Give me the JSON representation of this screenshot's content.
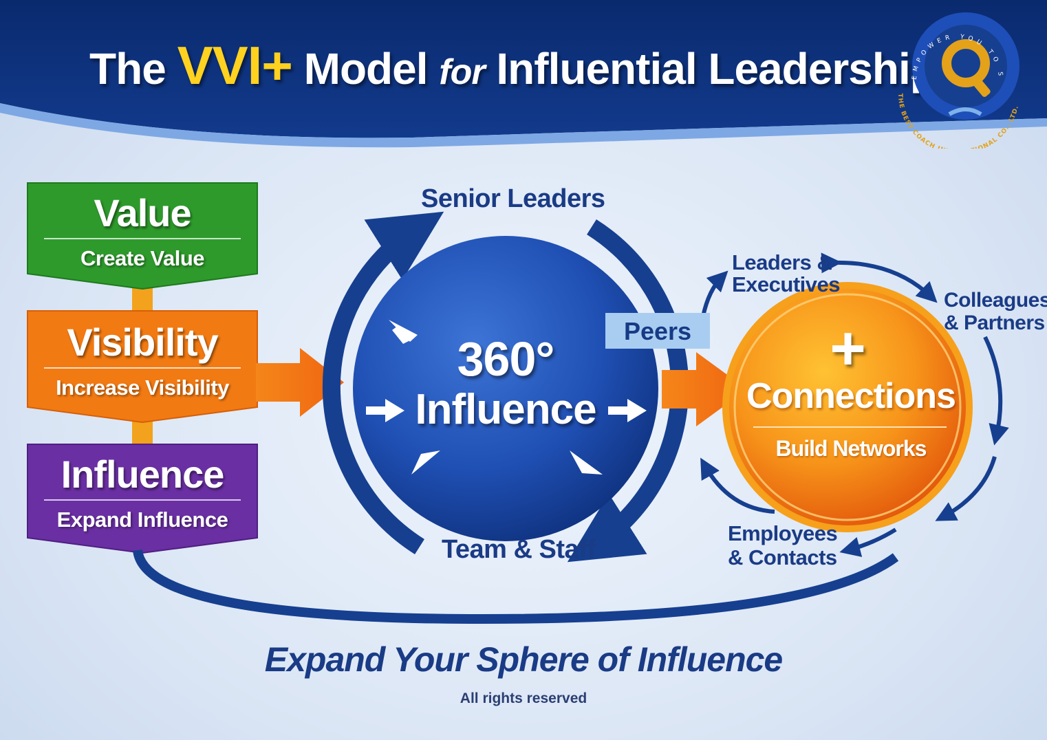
{
  "header": {
    "title_pre": "The",
    "title_accent": "VVI+",
    "title_mid": "Model",
    "title_for": "for",
    "title_post": "Influential Leadership"
  },
  "logo": {
    "arc_top": "EMPOWER YOU TO SUCCEED",
    "arc_bottom": "THE BEST COACH INTERNATIONAL CO., LTD.",
    "icon": "magnifier-handshake-icon",
    "colors": {
      "ring": "#1e4fb8",
      "gold": "#e3a21a"
    }
  },
  "steps": [
    {
      "title": "Value",
      "subtitle": "Create Value",
      "color": "#2e9a2c"
    },
    {
      "title": "Visibility",
      "subtitle": "Increase Visibility",
      "color": "#f27a12"
    },
    {
      "title": "Influence",
      "subtitle": "Expand Influence",
      "color": "#6a2fa3"
    }
  ],
  "center": {
    "big": "360°",
    "label": "Influence",
    "color": "#1f4fb3"
  },
  "cycle_labels": {
    "top": "Senior Leaders",
    "bottom": "Team & Staff",
    "side": "Peers"
  },
  "connections": {
    "symbol": "+",
    "title": "Connections",
    "subtitle": "Build Networks",
    "color": "#f39a14"
  },
  "network_labels": {
    "leaders_line1": "Leaders &",
    "leaders_line2": "Executives",
    "colleagues_line1": "Colleagues",
    "colleagues_line2": "& Partners",
    "employees_line1": "Employees",
    "employees_line2": "& Contacts"
  },
  "footer": {
    "tagline": "Expand Your Sphere of Influence",
    "rights": "All rights reserved"
  },
  "palette": {
    "navy": "#0f2d78",
    "arrow_blue": "#163f8f",
    "arrow_orange": "#f27a12"
  }
}
